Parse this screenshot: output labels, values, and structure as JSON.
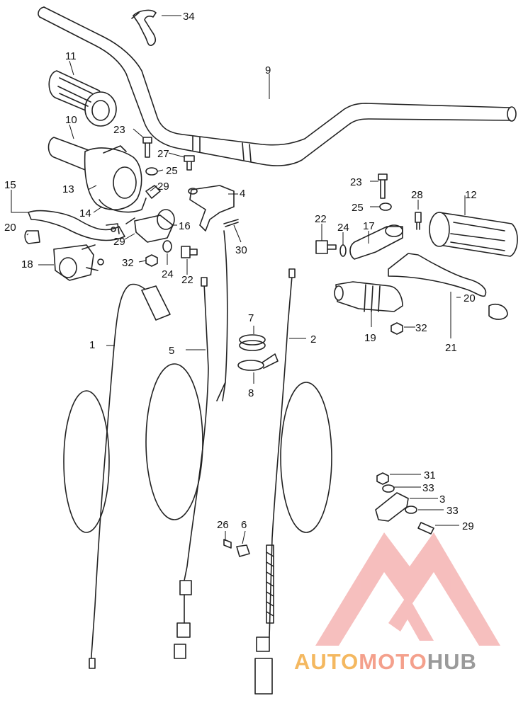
{
  "watermark": {
    "text_part1": "AUTO",
    "text_part2": "MOTO",
    "text_part3": "HUB",
    "logo_color": "#ef8a88",
    "text_color1": "#f4b860",
    "text_color2": "#f4a08c",
    "text_color3": "#9a9a9a"
  },
  "callouts": {
    "n1": "1",
    "n2": "2",
    "n3": "3",
    "n4": "4",
    "n5": "5",
    "n6": "6",
    "n7": "7",
    "n8": "8",
    "n9": "9",
    "n10": "10",
    "n11": "11",
    "n12": "12",
    "n13": "13",
    "n14": "14",
    "n15": "15",
    "n16": "16",
    "n17": "17",
    "n18": "18",
    "n19": "19",
    "n20a": "20",
    "n20b": "20",
    "n21": "21",
    "n22a": "22",
    "n22b": "22",
    "n23a": "23",
    "n23b": "23",
    "n24a": "24",
    "n24b": "24",
    "n25a": "25",
    "n25b": "25",
    "n26": "26",
    "n27": "27",
    "n28": "28",
    "n29a": "29",
    "n29b": "29",
    "n29c": "29",
    "n30": "30",
    "n31": "31",
    "n32a": "32",
    "n32b": "32",
    "n33a": "33",
    "n33b": "33",
    "n34": "34"
  }
}
